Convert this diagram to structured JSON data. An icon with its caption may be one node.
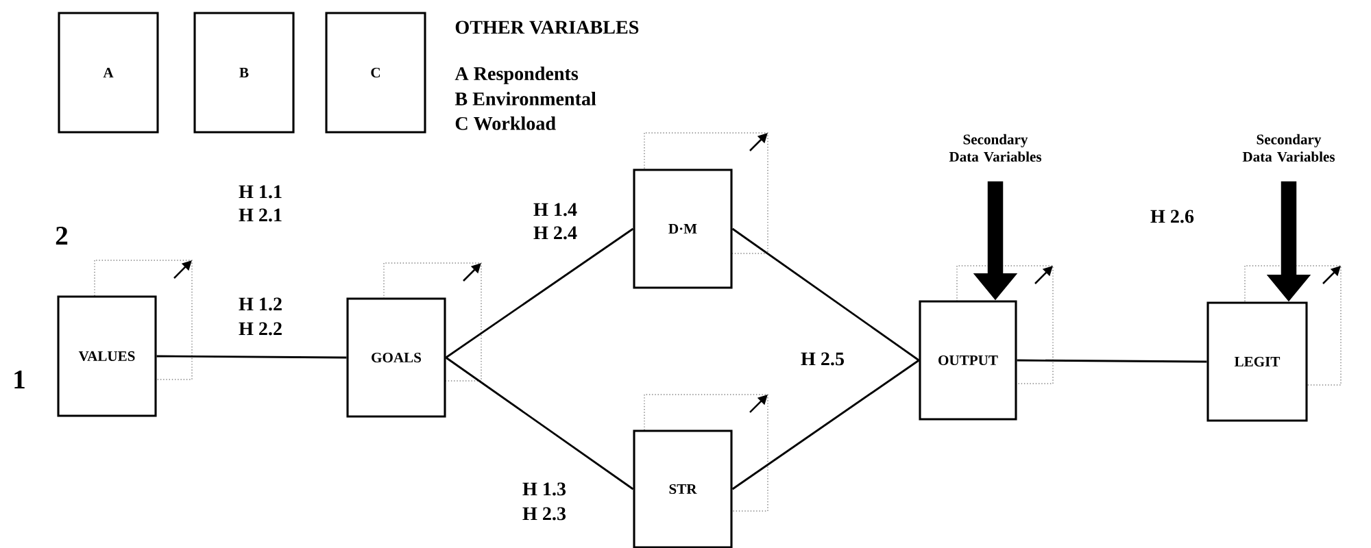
{
  "diagram": {
    "nodes": [
      {
        "text": [
          "A"
        ]
      },
      {
        "text": [
          "B"
        ]
      },
      {
        "text": [
          "C"
        ]
      },
      {
        "text": [
          "VALUES"
        ]
      },
      {
        "text": [
          "GOALS"
        ]
      },
      {
        "text": [
          "D·M"
        ]
      },
      {
        "text": [
          "STR"
        ]
      },
      {
        "text": [
          "OUTPUT"
        ]
      },
      {
        "text": [
          "LEGIT"
        ]
      },
      {
        "text": [
          "Secondary Data Variables"
        ]
      },
      {
        "text": [
          "Secondary Data Variables"
        ]
      }
    ],
    "edges": [
      {
        "from": 3,
        "to": 4,
        "arrow": "none"
      },
      {
        "from": 4,
        "to": 5,
        "arrow": "none"
      },
      {
        "from": 4,
        "to": 6,
        "arrow": "none"
      },
      {
        "from": 5,
        "to": 7,
        "arrow": "none"
      },
      {
        "from": 6,
        "to": 7,
        "arrow": "none"
      },
      {
        "from": 7,
        "to": 8,
        "arrow": "none"
      },
      {
        "from": 9,
        "to": 7,
        "arrow": "to",
        "style": "thick"
      },
      {
        "from": 10,
        "to": 8,
        "arrow": "to",
        "style": "thick"
      }
    ],
    "labels": [
      "OTHER VARIABLES",
      "A Respondents",
      "B Environmental",
      "C Workload",
      "H 1.1",
      "H 2.1",
      "2",
      "H 1.4",
      "H 2.4",
      "H 2.6",
      "H 1.2",
      "H 2.2",
      "1",
      "H 2.5",
      "H 1.3",
      "H 2.3"
    ]
  }
}
